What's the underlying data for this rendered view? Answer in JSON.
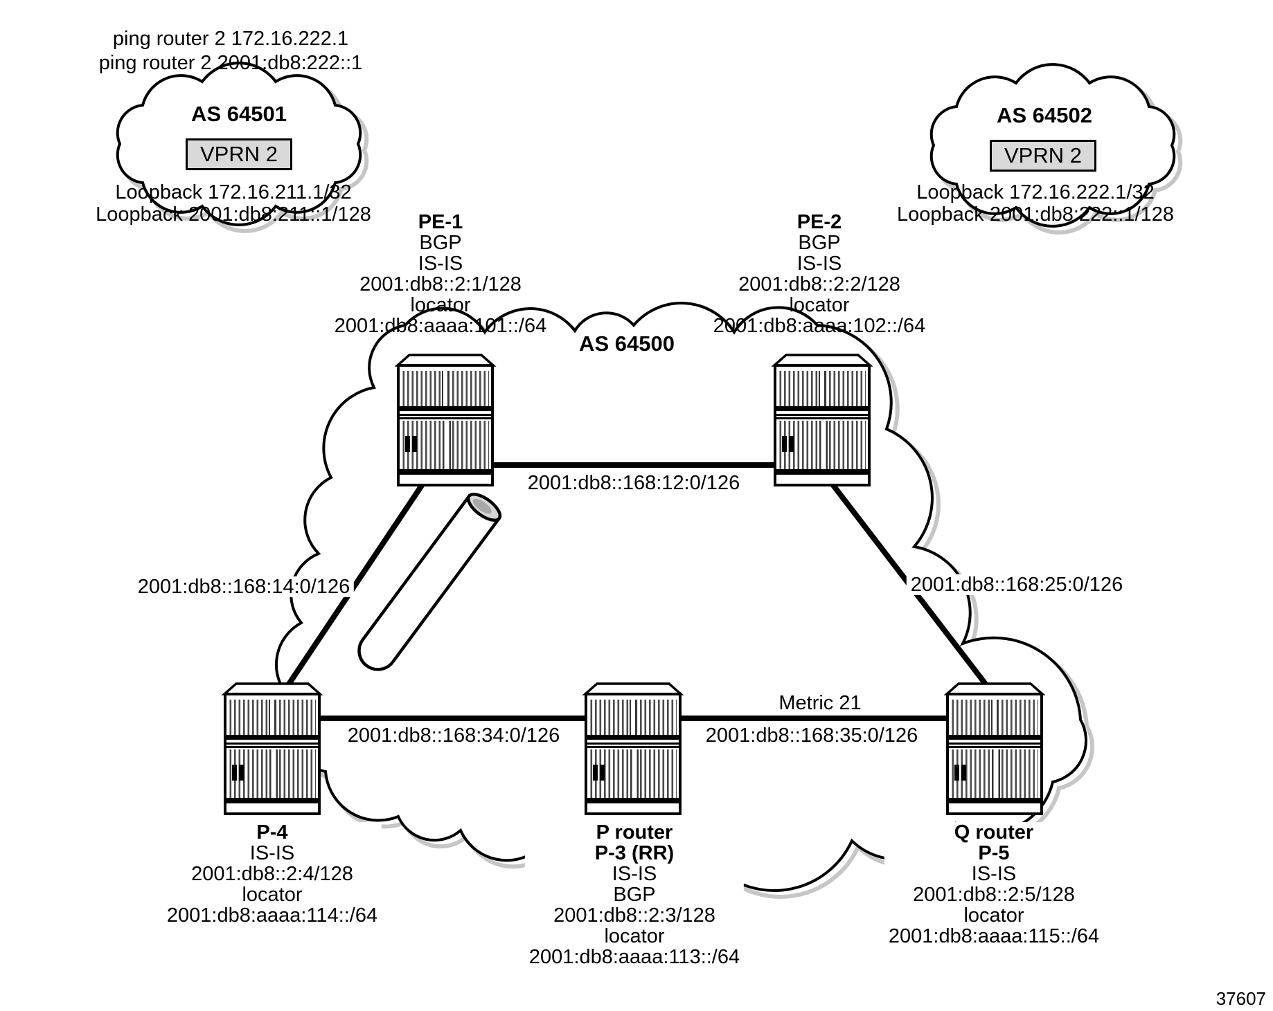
{
  "ping_note": {
    "line1": "ping router 2 172.16.222.1",
    "line2": "ping router 2 2001:db8:222::1"
  },
  "clouds": {
    "as64501": {
      "title": "AS 64501",
      "vprn_label": "VPRN 2",
      "loopback1": "Loopback 172.16.211.1/32",
      "loopback2": "Loopback 2001:db8:211::1/128"
    },
    "as64502": {
      "title": "AS 64502",
      "vprn_label": "VPRN 2",
      "loopback1": "Loopback 172.16.222.1/32",
      "loopback2": "Loopback 2001:db8:222::1/128"
    },
    "as64500": {
      "title": "AS 64500"
    }
  },
  "routers": {
    "pe1": {
      "name": "PE-1",
      "line2": "BGP",
      "line3": "IS-IS",
      "line4": "2001:db8::2:1/128",
      "line5": "locator",
      "line6": "2001:db8:aaaa:101::/64"
    },
    "pe2": {
      "name": "PE-2",
      "line2": "BGP",
      "line3": "IS-IS",
      "line4": "2001:db8::2:2/128",
      "line5": "locator",
      "line6": "2001:db8:aaaa:102::/64"
    },
    "p4": {
      "name": "P-4",
      "line2": "IS-IS",
      "line3": "2001:db8::2:4/128",
      "line4": "locator",
      "line5": "2001:db8:aaaa:114::/64"
    },
    "p3": {
      "name1": "P router",
      "name2": "P-3 (RR)",
      "line3": "IS-IS",
      "line4": "BGP",
      "line5": "2001:db8::2:3/128",
      "line6": "locator",
      "line7": "2001:db8:aaaa:113::/64"
    },
    "p5": {
      "name1": "Q router",
      "name2": "P-5",
      "line3": "IS-IS",
      "line4": "2001:db8::2:5/128",
      "line5": "locator",
      "line6": "2001:db8:aaaa:115::/64"
    }
  },
  "links": {
    "pe1_pe2": "2001:db8::168:12:0/126",
    "pe1_p4": "2001:db8::168:14:0/126",
    "pe2_p5": "2001:db8::168:25:0/126",
    "p4_p3": "2001:db8::168:34:0/126",
    "p3_p5_metric": "Metric 21",
    "p3_p5": "2001:db8::168:35:0/126"
  },
  "page": {
    "figure_number": "37607"
  },
  "colors": {
    "line": "#000000",
    "cloud_shadow": "#c6c6c6",
    "vprn_box_bg": "#d9d9d9",
    "pipe_opening_outer": "#d8d8d8",
    "pipe_opening_inner": "#a8a8a8"
  }
}
